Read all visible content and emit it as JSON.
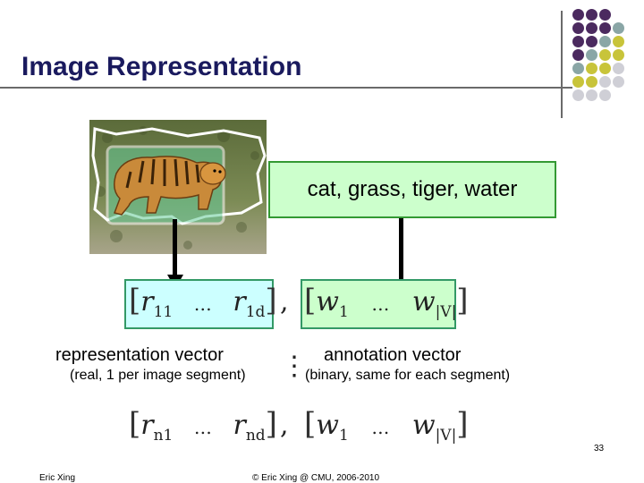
{
  "slide": {
    "title": "Image Representation",
    "annotation_words": "cat, grass, tiger, water",
    "rep_vector_label": "representation vector",
    "rep_vector_sub": "(real, 1 per image segment)",
    "anno_vector_label": "annotation vector",
    "anno_vector_sub": "(binary, same for each segment)",
    "comma": ",",
    "vertical_ellipsis": "⋮",
    "row1": {
      "r_first": "r",
      "r_first_sub": "11",
      "r_last": "r",
      "r_last_sub": "1d",
      "w_first": "w",
      "w_first_sub": "1",
      "w_last": "w",
      "w_last_sub": "|V|"
    },
    "rowN": {
      "r_first": "r",
      "r_first_sub": "n1",
      "r_last": "r",
      "r_last_sub": "nd",
      "w_first": "w",
      "w_first_sub": "1",
      "w_last": "w",
      "w_last_sub": "|V|"
    },
    "gap_glyph": "…"
  },
  "footer": {
    "author": "Eric Xing",
    "copyright": "© Eric Xing @ CMU, 2006-2010",
    "page_number": "33"
  },
  "colors": {
    "title": "#1a1a5e",
    "dot_purple": "#4b2a5f",
    "dot_teal": "#8aa6a6",
    "dot_olive": "#c8c43a",
    "dot_gray": "#cfcfd6",
    "anno_fill": "#ccffcc",
    "rep_fill": "#ccffff"
  }
}
